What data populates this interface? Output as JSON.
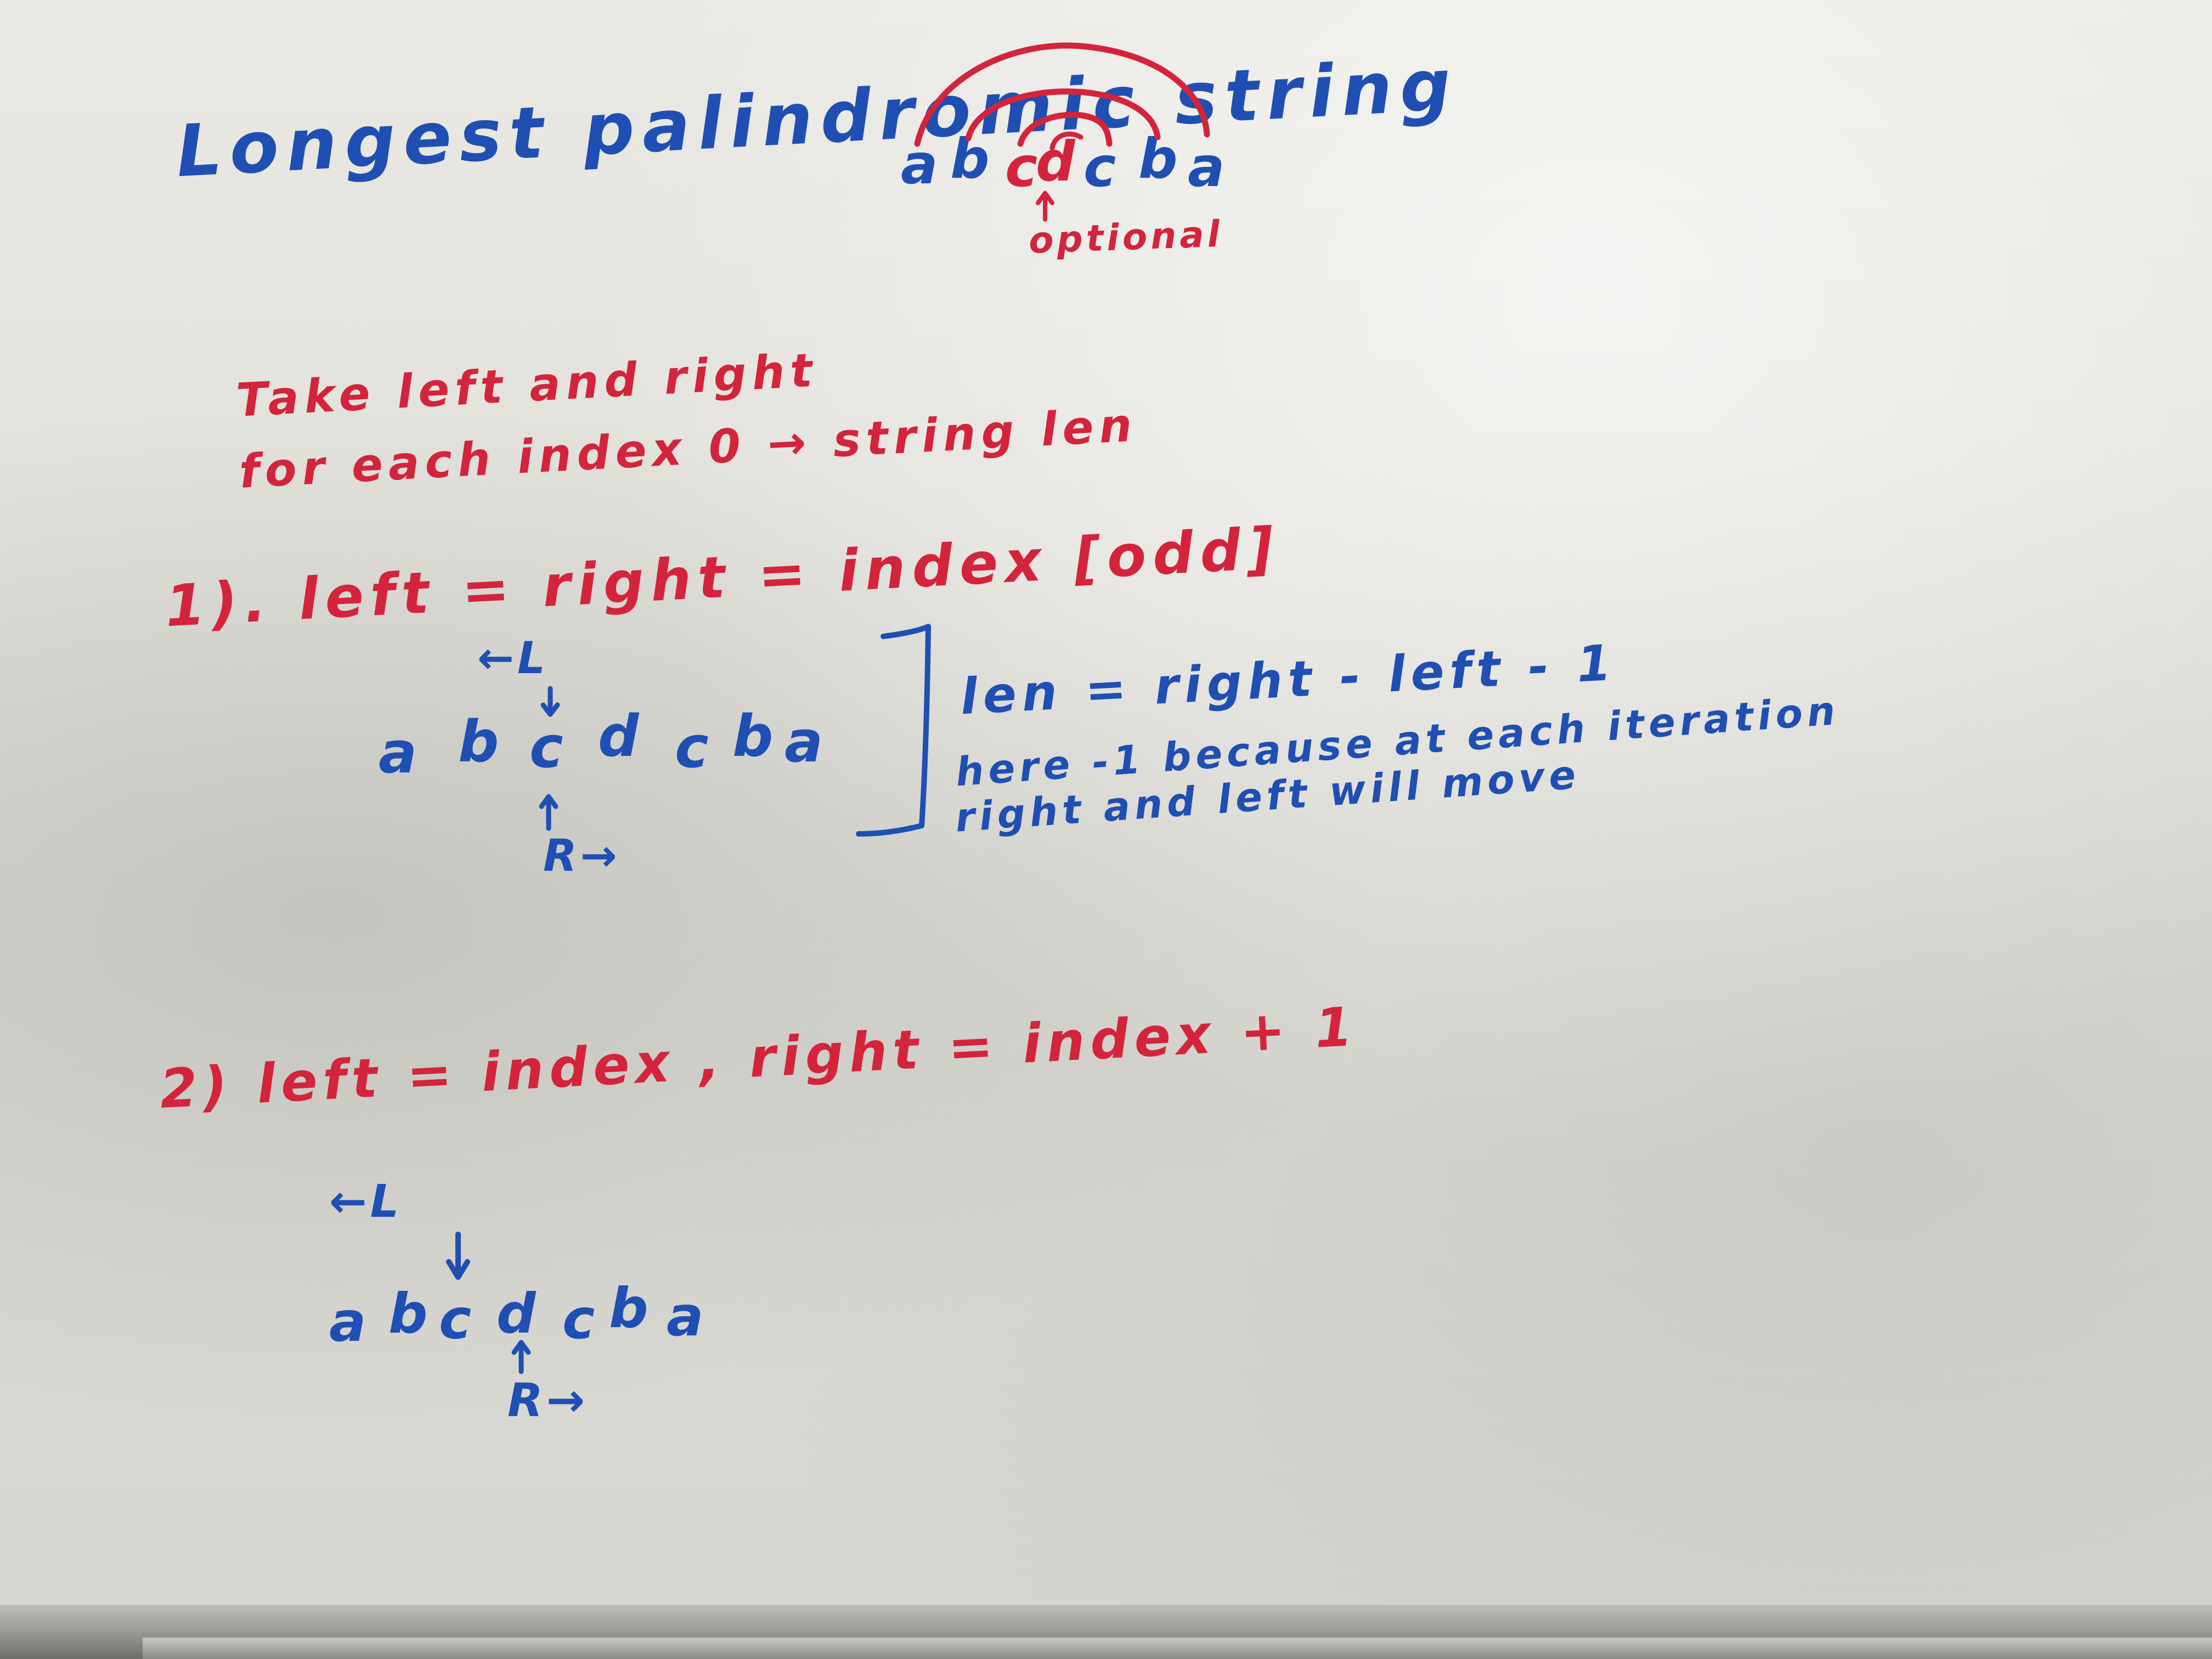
{
  "whiteboard": {
    "title": "Longest palindromic string",
    "top_example": {
      "letters": [
        "a",
        "b",
        "c",
        "d",
        "c",
        "b",
        "a"
      ],
      "annotation": "optional"
    },
    "intro": {
      "line1": "Take left and right",
      "line2": "for each index 0 → string len"
    },
    "case1": {
      "heading": "1). left = right = index [odd]",
      "pointer_left": "←L",
      "pointer_right": "R→",
      "letters": [
        "a",
        "b",
        "c",
        "d",
        "c",
        "b",
        "a"
      ],
      "note_formula": "len = right - left - 1",
      "note_line2": "here -1 because at each iteration",
      "note_line3": "right and left will move"
    },
    "case2": {
      "heading": "2) left = index , right = index + 1",
      "pointer_left": "←L",
      "pointer_right": "R→",
      "letters": [
        "a",
        "b",
        "c",
        "d",
        "c",
        "b",
        "a"
      ]
    },
    "colors": {
      "blue_marker": "#1f4fb3",
      "red_marker": "#d3243c",
      "board": "#e6e5e0"
    }
  }
}
